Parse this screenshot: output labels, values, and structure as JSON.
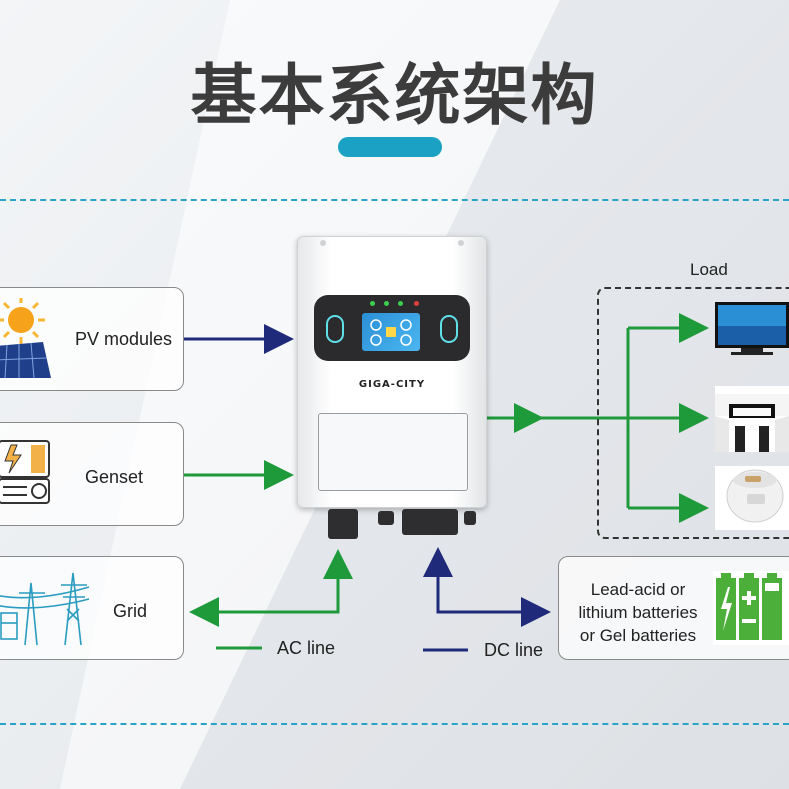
{
  "title": "基本系统架构",
  "inverter": {
    "brand": "GIGA-CITY"
  },
  "sources": [
    {
      "id": "pv",
      "label": "PV modules",
      "icon": "solar-panel-sun-icon"
    },
    {
      "id": "genset",
      "label": "Genset",
      "icon": "generator-icon"
    },
    {
      "id": "grid",
      "label": "Grid",
      "icon": "power-tower-icon"
    }
  ],
  "load": {
    "label": "Load",
    "items": [
      {
        "name": "television",
        "icon": "tv-icon"
      },
      {
        "name": "ceiling-lamp",
        "icon": "ceiling-light-icon"
      },
      {
        "name": "rice-cooker",
        "icon": "rice-cooker-icon"
      }
    ]
  },
  "battery": {
    "line1": "Lead-acid or",
    "line2": "lithium batteries",
    "line3": "or Gel batteries",
    "icon": "battery-pack-icon"
  },
  "legend": {
    "ac_label": "AC line",
    "dc_label": "DC line"
  },
  "colors": {
    "ac_line": "#1e9a3a",
    "dc_line": "#1f2a7a",
    "accent": "#1aa1c4",
    "title": "#3c3c3c"
  }
}
